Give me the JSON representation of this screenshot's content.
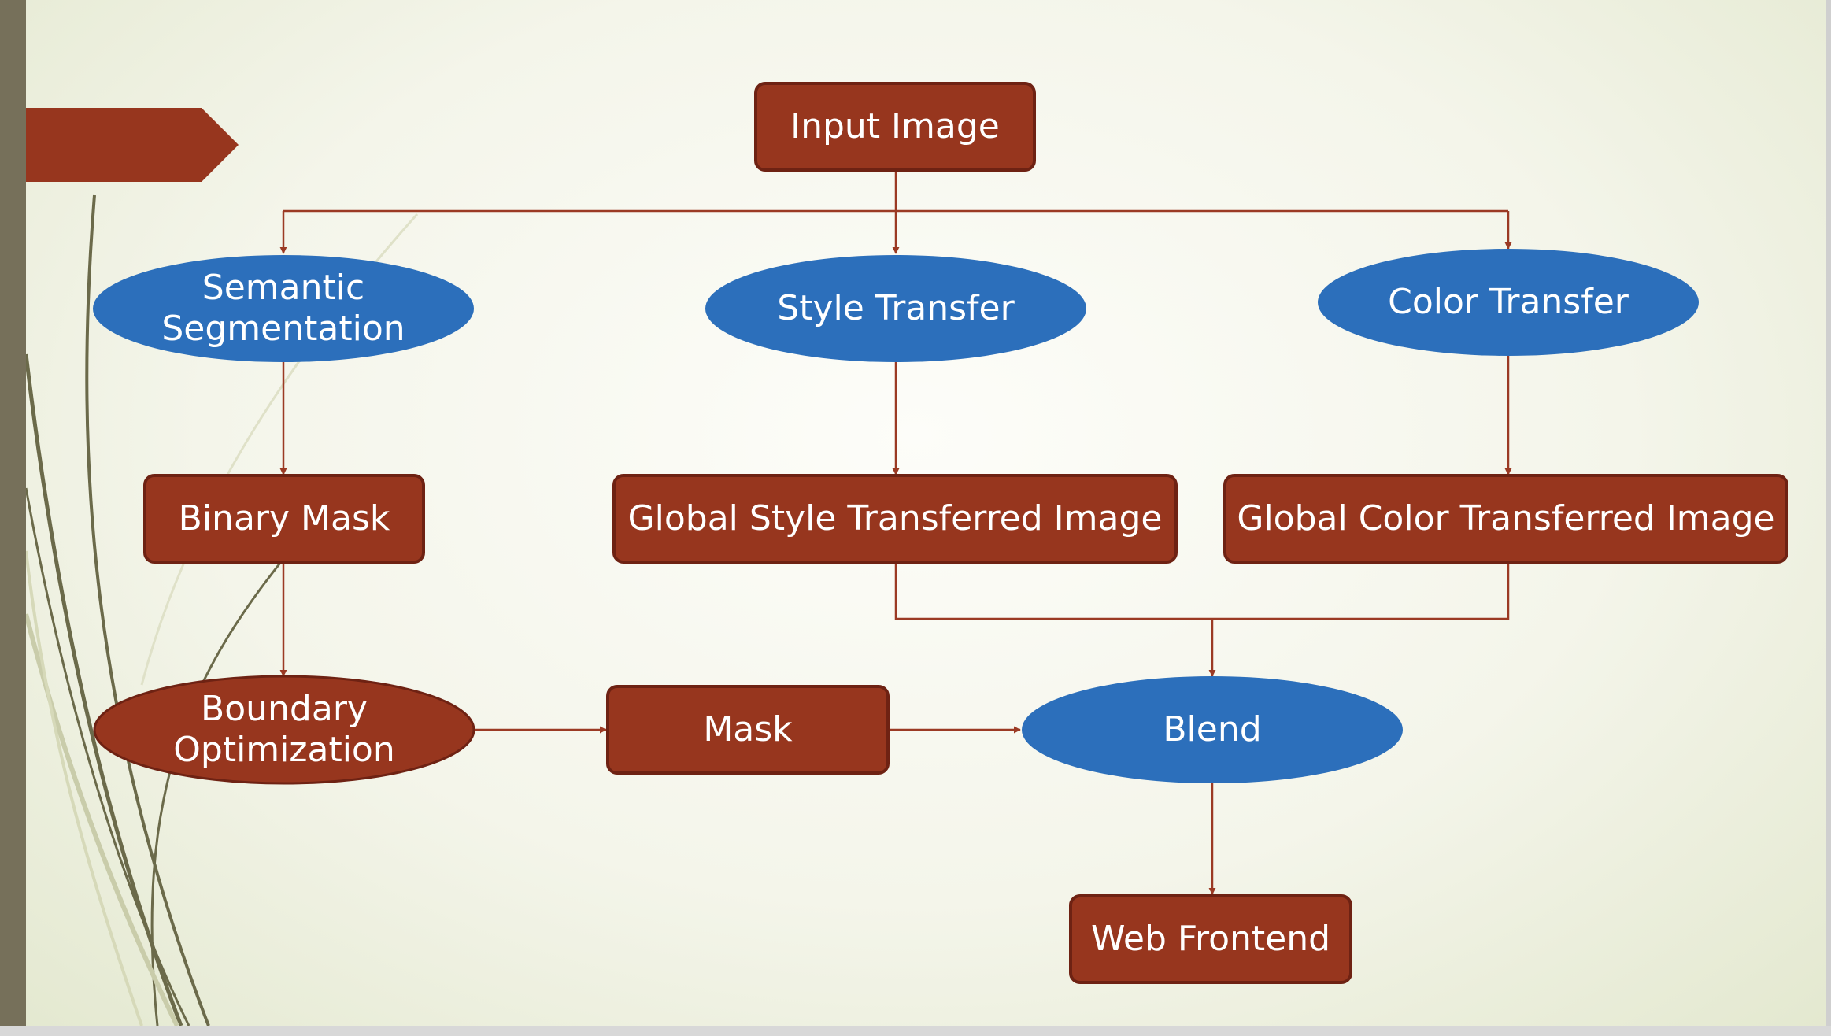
{
  "colors": {
    "rect_fill": "#97361e",
    "rect_stroke": "#6e2213",
    "ellipse_blue": "#2c6fbb",
    "ellipse_red": "#97361e",
    "connector": "#9b3a24",
    "sidebar": "#76705a",
    "title_tab": "#97361e"
  },
  "nodes": {
    "input_image": "Input Image",
    "semantic_segmentation": "Semantic Segmentation",
    "style_transfer": "Style Transfer",
    "color_transfer": "Color Transfer",
    "binary_mask": "Binary Mask",
    "global_style": "Global Style Transferred Image",
    "global_color": "Global Color Transferred Image",
    "boundary_optimization": "Boundary Optimization",
    "mask": "Mask",
    "blend": "Blend",
    "web_frontend": "Web Frontend"
  }
}
